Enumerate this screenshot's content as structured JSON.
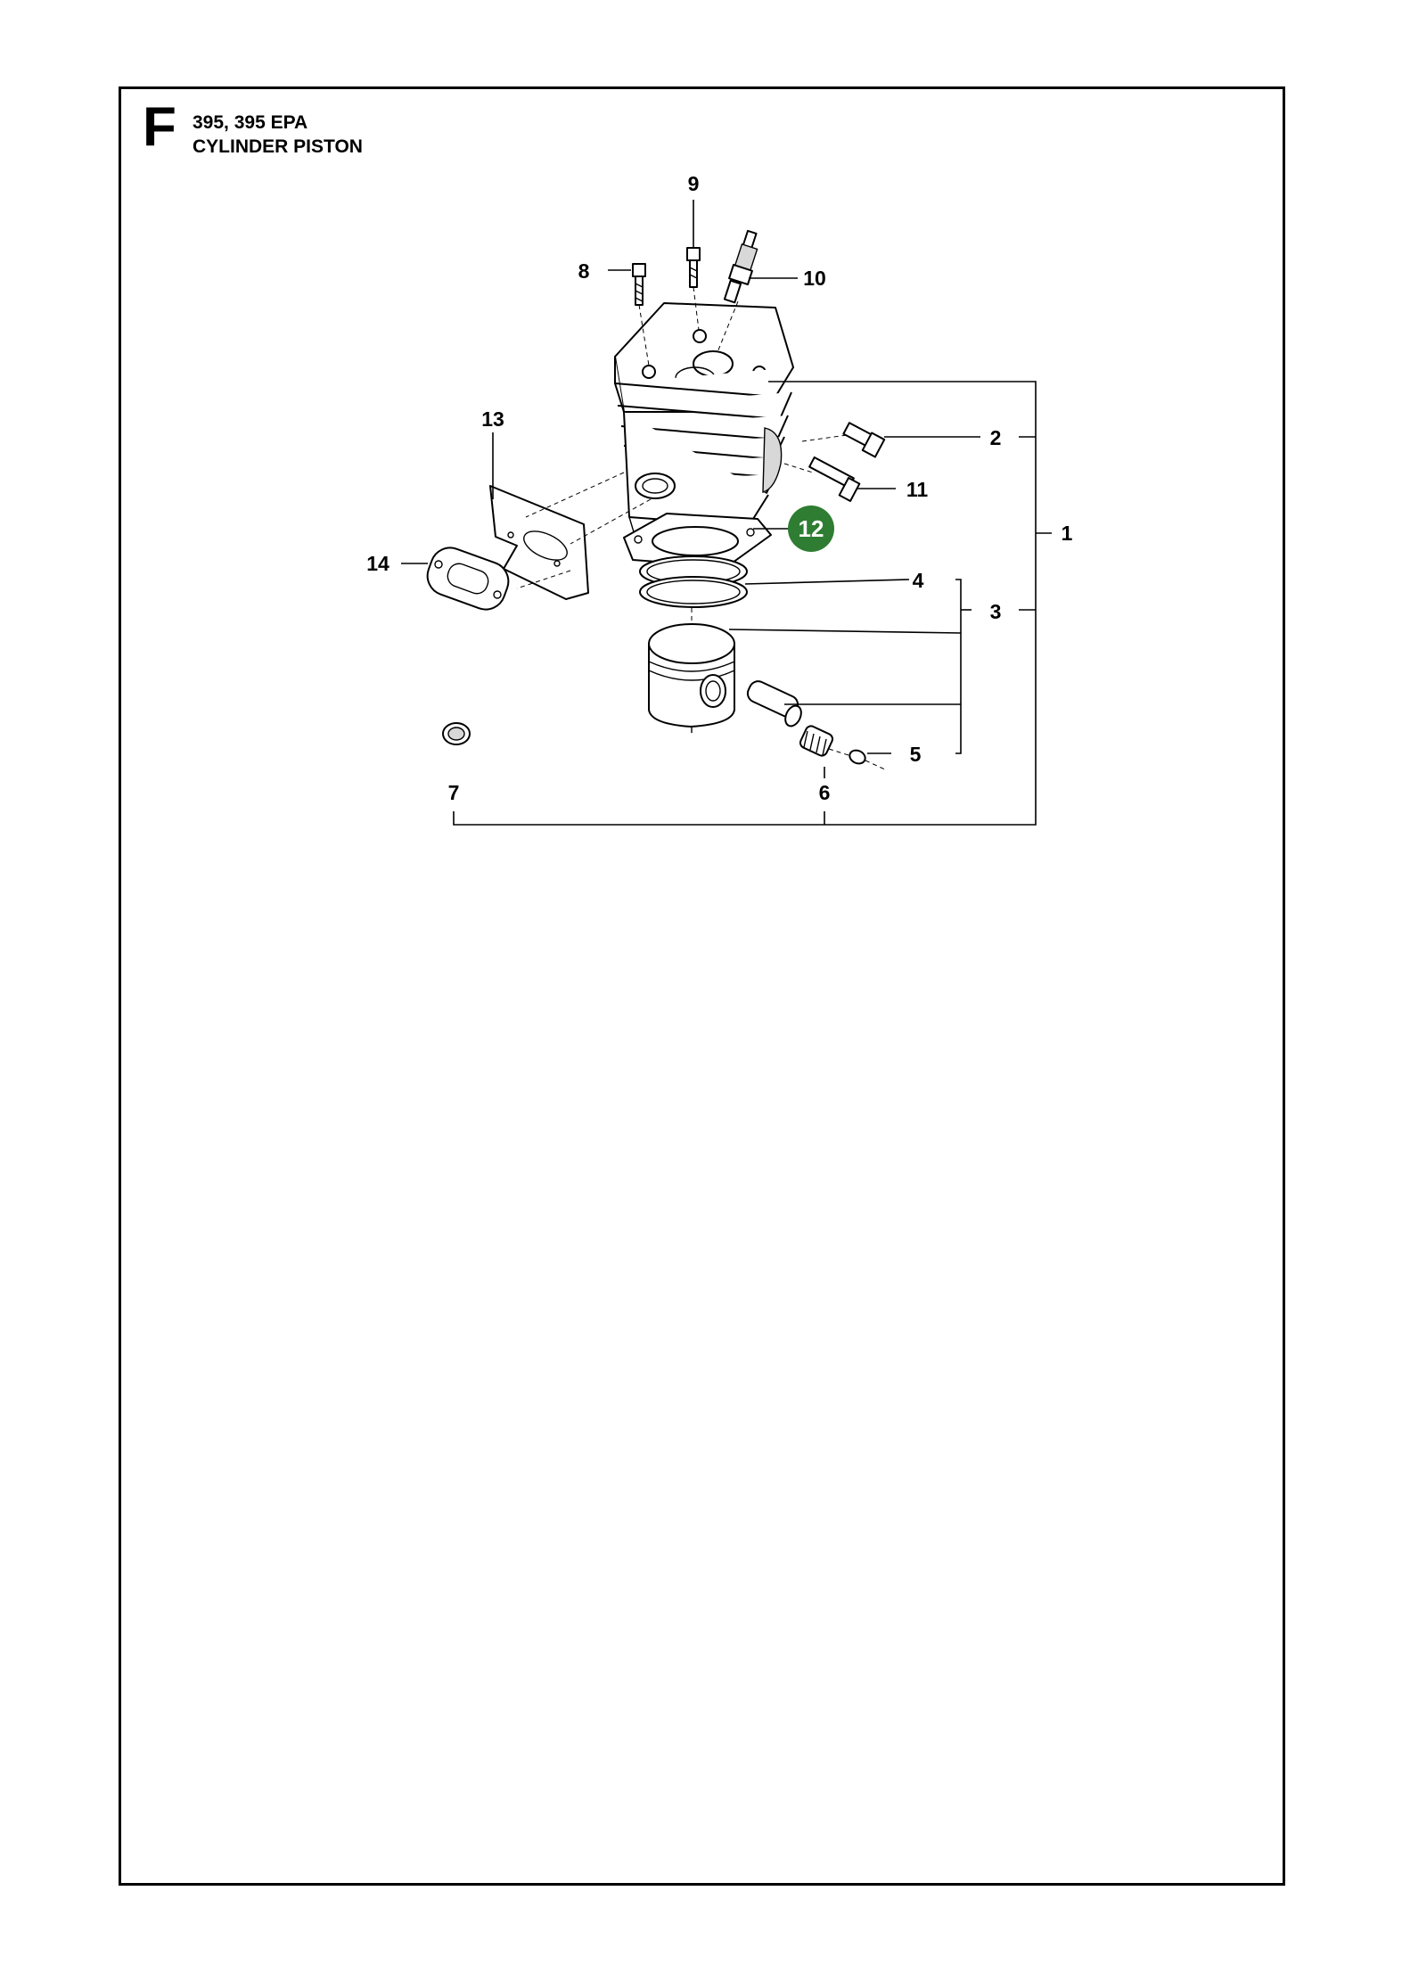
{
  "page": {
    "section_letter": "F",
    "model": "395, 395 EPA",
    "title": "CYLINDER PISTON"
  },
  "callouts": [
    {
      "number": "1"
    },
    {
      "number": "2"
    },
    {
      "number": "3"
    },
    {
      "number": "4"
    },
    {
      "number": "5"
    },
    {
      "number": "6"
    },
    {
      "number": "7"
    },
    {
      "number": "8"
    },
    {
      "number": "9"
    },
    {
      "number": "10"
    },
    {
      "number": "11"
    },
    {
      "number": "12",
      "highlighted": true
    },
    {
      "number": "13"
    },
    {
      "number": "14"
    }
  ],
  "colors": {
    "highlight_badge": "#2e7d32",
    "highlight_text": "#ffffff",
    "ink": "#000000"
  }
}
